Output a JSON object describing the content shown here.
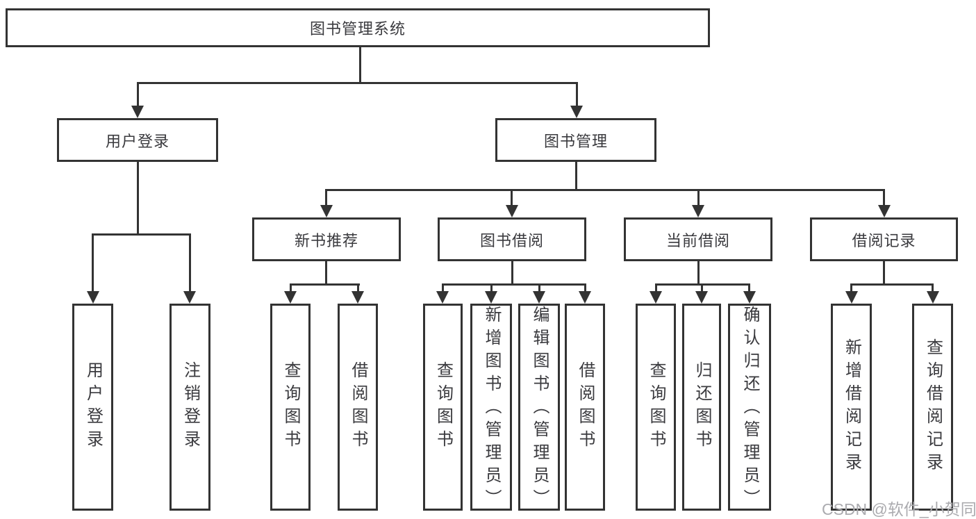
{
  "colors": {
    "line": "#333333",
    "text": "#3a3a3e",
    "watermark": "#ababaf"
  },
  "tree": {
    "root": "图书管理系统",
    "branches": [
      {
        "label": "用户登录",
        "children": [
          "用户登录",
          "注销登录"
        ]
      },
      {
        "label": "图书管理",
        "children": [
          {
            "label": "新书推荐",
            "children": [
              "查询图书",
              "借阅图书"
            ]
          },
          {
            "label": "图书借阅",
            "children": [
              "查询图书",
              "新增图书（管理员）",
              "编辑图书（管理员）",
              "借阅图书"
            ]
          },
          {
            "label": "当前借阅",
            "children": [
              "查询图书",
              "归还图书",
              "确认归还（管理员）"
            ]
          },
          {
            "label": "借阅记录",
            "children": [
              "新增借阅记录",
              "查询借阅记录"
            ]
          }
        ]
      }
    ]
  },
  "watermark": "CSDN @软件_小贺同学"
}
